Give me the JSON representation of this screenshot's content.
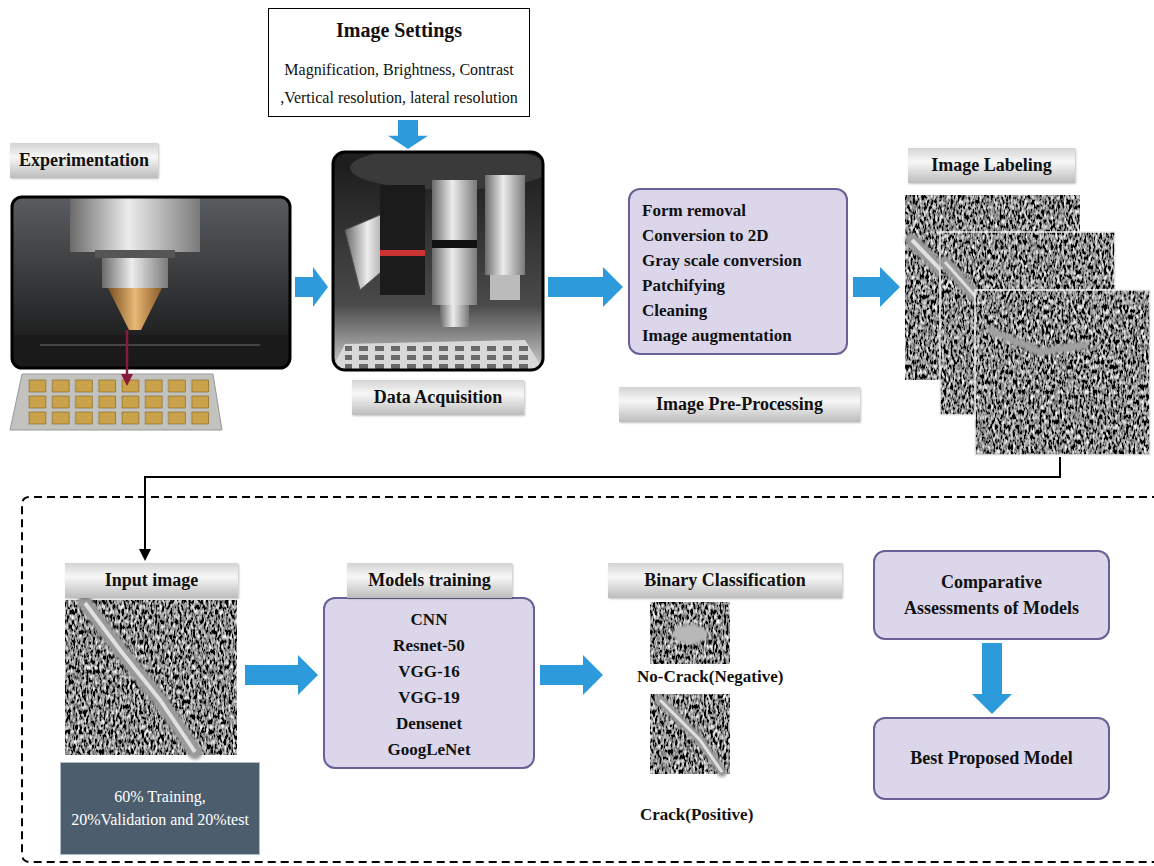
{
  "diagram": {
    "nodes": [
      {
        "text": [
          "Image Settings",
          "Magnification, Brightness, Contrast ,Vertical resolution, lateral resolution"
        ]
      },
      {
        "text": [
          "Experimentation"
        ]
      },
      {
        "text": [
          "Data Acquisition"
        ]
      },
      {
        "text": [
          "Form removal",
          "Conversion to 2D",
          "Gray scale conversion",
          "Patchifying",
          "Cleaning",
          "Image augmentation",
          "Image Pre-Processing"
        ]
      },
      {
        "text": [
          "Image Labeling"
        ]
      },
      {
        "text": [
          "Input image"
        ]
      },
      {
        "text": [
          "60% Training, 20%Validation and 20%test"
        ]
      },
      {
        "text": [
          "Models training",
          "CNN",
          "Resnet-50",
          "VGG-16",
          "VGG-19",
          "Densenet",
          "GoogLeNet"
        ]
      },
      {
        "text": [
          "Binary Classification",
          "No-Crack(Negative)",
          "Crack(Positive)"
        ]
      },
      {
        "text": [
          "Comparative Assessments of Models"
        ]
      },
      {
        "text": [
          "Best Proposed Model"
        ]
      }
    ],
    "edges": [
      {
        "from": 0,
        "to": 2,
        "arrow": "to"
      },
      {
        "from": 1,
        "to": 2,
        "arrow": "to"
      },
      {
        "from": 2,
        "to": 3,
        "arrow": "to"
      },
      {
        "from": 3,
        "to": 4,
        "arrow": "to"
      },
      {
        "from": 4,
        "to": 5,
        "arrow": "to"
      },
      {
        "from": 5,
        "to": 7,
        "arrow": "to"
      },
      {
        "from": 7,
        "to": 8,
        "arrow": "to"
      },
      {
        "from": 9,
        "to": 10,
        "arrow": "to"
      }
    ]
  }
}
